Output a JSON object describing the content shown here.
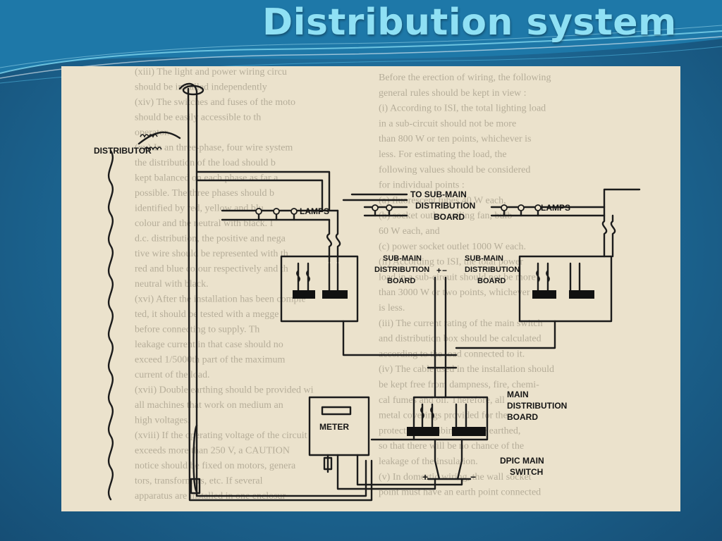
{
  "slide": {
    "title": "Distribution system",
    "colors": {
      "title": "#8fe0f4",
      "background": "#1d6a97",
      "paper": "#ebe2cc",
      "ink": "#151515"
    }
  },
  "diagram": {
    "labels": {
      "distributor": "DISTRIBUTOR",
      "lamps_left": "LAMPS",
      "lamps_right": "LAMPS",
      "to_sub_main_1": "TO SUB-MAIN",
      "to_sub_main_2": "DISTRIBUTION",
      "to_sub_main_3": "BOARD",
      "sub_main_left_1": "SUB-MAIN",
      "sub_main_left_2": "DISTRIBUTION",
      "sub_main_left_3": "BOARD",
      "sub_main_right_1": "SUB-MAIN",
      "sub_main_right_2": "DISTRIBUTION",
      "sub_main_right_3": "BOARD",
      "main_db_1": "MAIN",
      "main_db_2": "DISTRIBUTION",
      "main_db_3": "BOARD",
      "meter": "METER",
      "dpic_1": "DPIC MAIN",
      "dpic_2": "SWITCH",
      "plus": "+",
      "minus": "−"
    },
    "background_text_left": [
      "(xiii)  The light and power wiring circu",
      "should be installed independently",
      "(xiv)  The switches and fuses of the moto",
      "should be easily accessible to th",
      "operator.",
      "(xv)  In an three-phase, four wire system",
      "the distribution of the load should b",
      "kept balanced on each phase as far a",
      "possible. The three phases should b",
      "identified by red, yellow and blu",
      "colour and the neutral with black. I",
      "d.c. distribution, the positive and nega",
      "tive wire should be represented with th",
      "red and blue colour respectively and th",
      "neutral with black.",
      "(xvi)  After the installation has been comple",
      "ted, it should be tested with a megge",
      "before connecting to supply. Th",
      "leakage current in that case should no",
      "exceed 1/5000th part of the maximum",
      "current of the load.",
      "(xvii)  Double earthing should be provided wi",
      "all machines that work on medium an",
      "high voltages.",
      "(xviii)  If the operating voltage of the circuit",
      "exceeds more than 250 V, a CAUTION",
      "notice should be fixed on motors, genera",
      "tors, transformers, etc. If several",
      "apparatus are installed in one enclosur"
    ],
    "background_text_right": [
      "Before the erection of wiring, the following",
      "general rules should be kept in view :",
      "(i)  According to ISI, the total lighting load",
      "in a sub-circuit should not be more",
      "than 800 W or ten points, whichever is",
      "less. For estimating the load, the",
      "following values should be considered",
      "for individual points :",
      "(a) fluorescent tubes 40 W each,",
      "(b) socket outlet, ceiling fan, bulb",
      "60 W each, and",
      "(c) power socket outlet 1000 W each.",
      "(ii)  According to ISI, the total power",
      "load in a sub-circuit should not be more",
      "than 3000 W or two points, whichever",
      "is less.",
      "(iii)  The current rating of the main switch",
      "and distribution box should be calculated",
      "according to the load connected to it.",
      "(iv)  The cable used in the installation should",
      "be kept free from dampness, fire, chemi-",
      "cal fumes and oil. Therefore, all",
      "metal coverings provided for the",
      "protection of cabin must be earthed,",
      "so that there will be no chance of the",
      "leakage of the insulation.",
      "(v)  In domestic wiring, the wall socket",
      "point must have an earth point connected"
    ]
  }
}
